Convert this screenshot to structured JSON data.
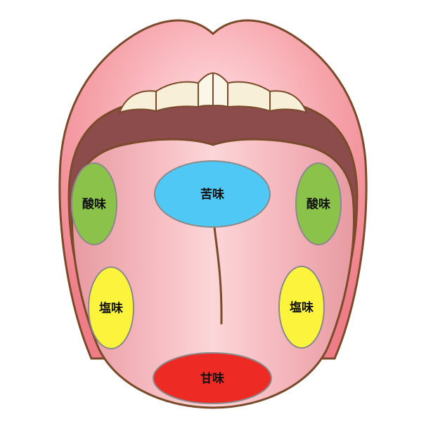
{
  "colors": {
    "lip": "#f48a93",
    "lip_highlight": "#ffd9dc",
    "mouth_inner": "#8c4c4c",
    "teeth": "#f7efd8",
    "tongue": "#f7b8bd",
    "tongue_highlight": "#fbd8db",
    "outline": "#7a4a2a",
    "sour": "#8bc34a",
    "bitter": "#4fc8f5",
    "salty": "#fbf33c",
    "sweet": "#ee2a24"
  },
  "zones": {
    "bitter": {
      "label": "苦味",
      "icon": "bitter-zone"
    },
    "sour_left": {
      "label": "酸味",
      "icon": "sour-zone"
    },
    "sour_right": {
      "label": "酸味",
      "icon": "sour-zone"
    },
    "salty_left": {
      "label": "塩味",
      "icon": "salty-zone"
    },
    "salty_right": {
      "label": "塩味",
      "icon": "salty-zone"
    },
    "sweet": {
      "label": "甘味",
      "icon": "sweet-zone"
    }
  }
}
